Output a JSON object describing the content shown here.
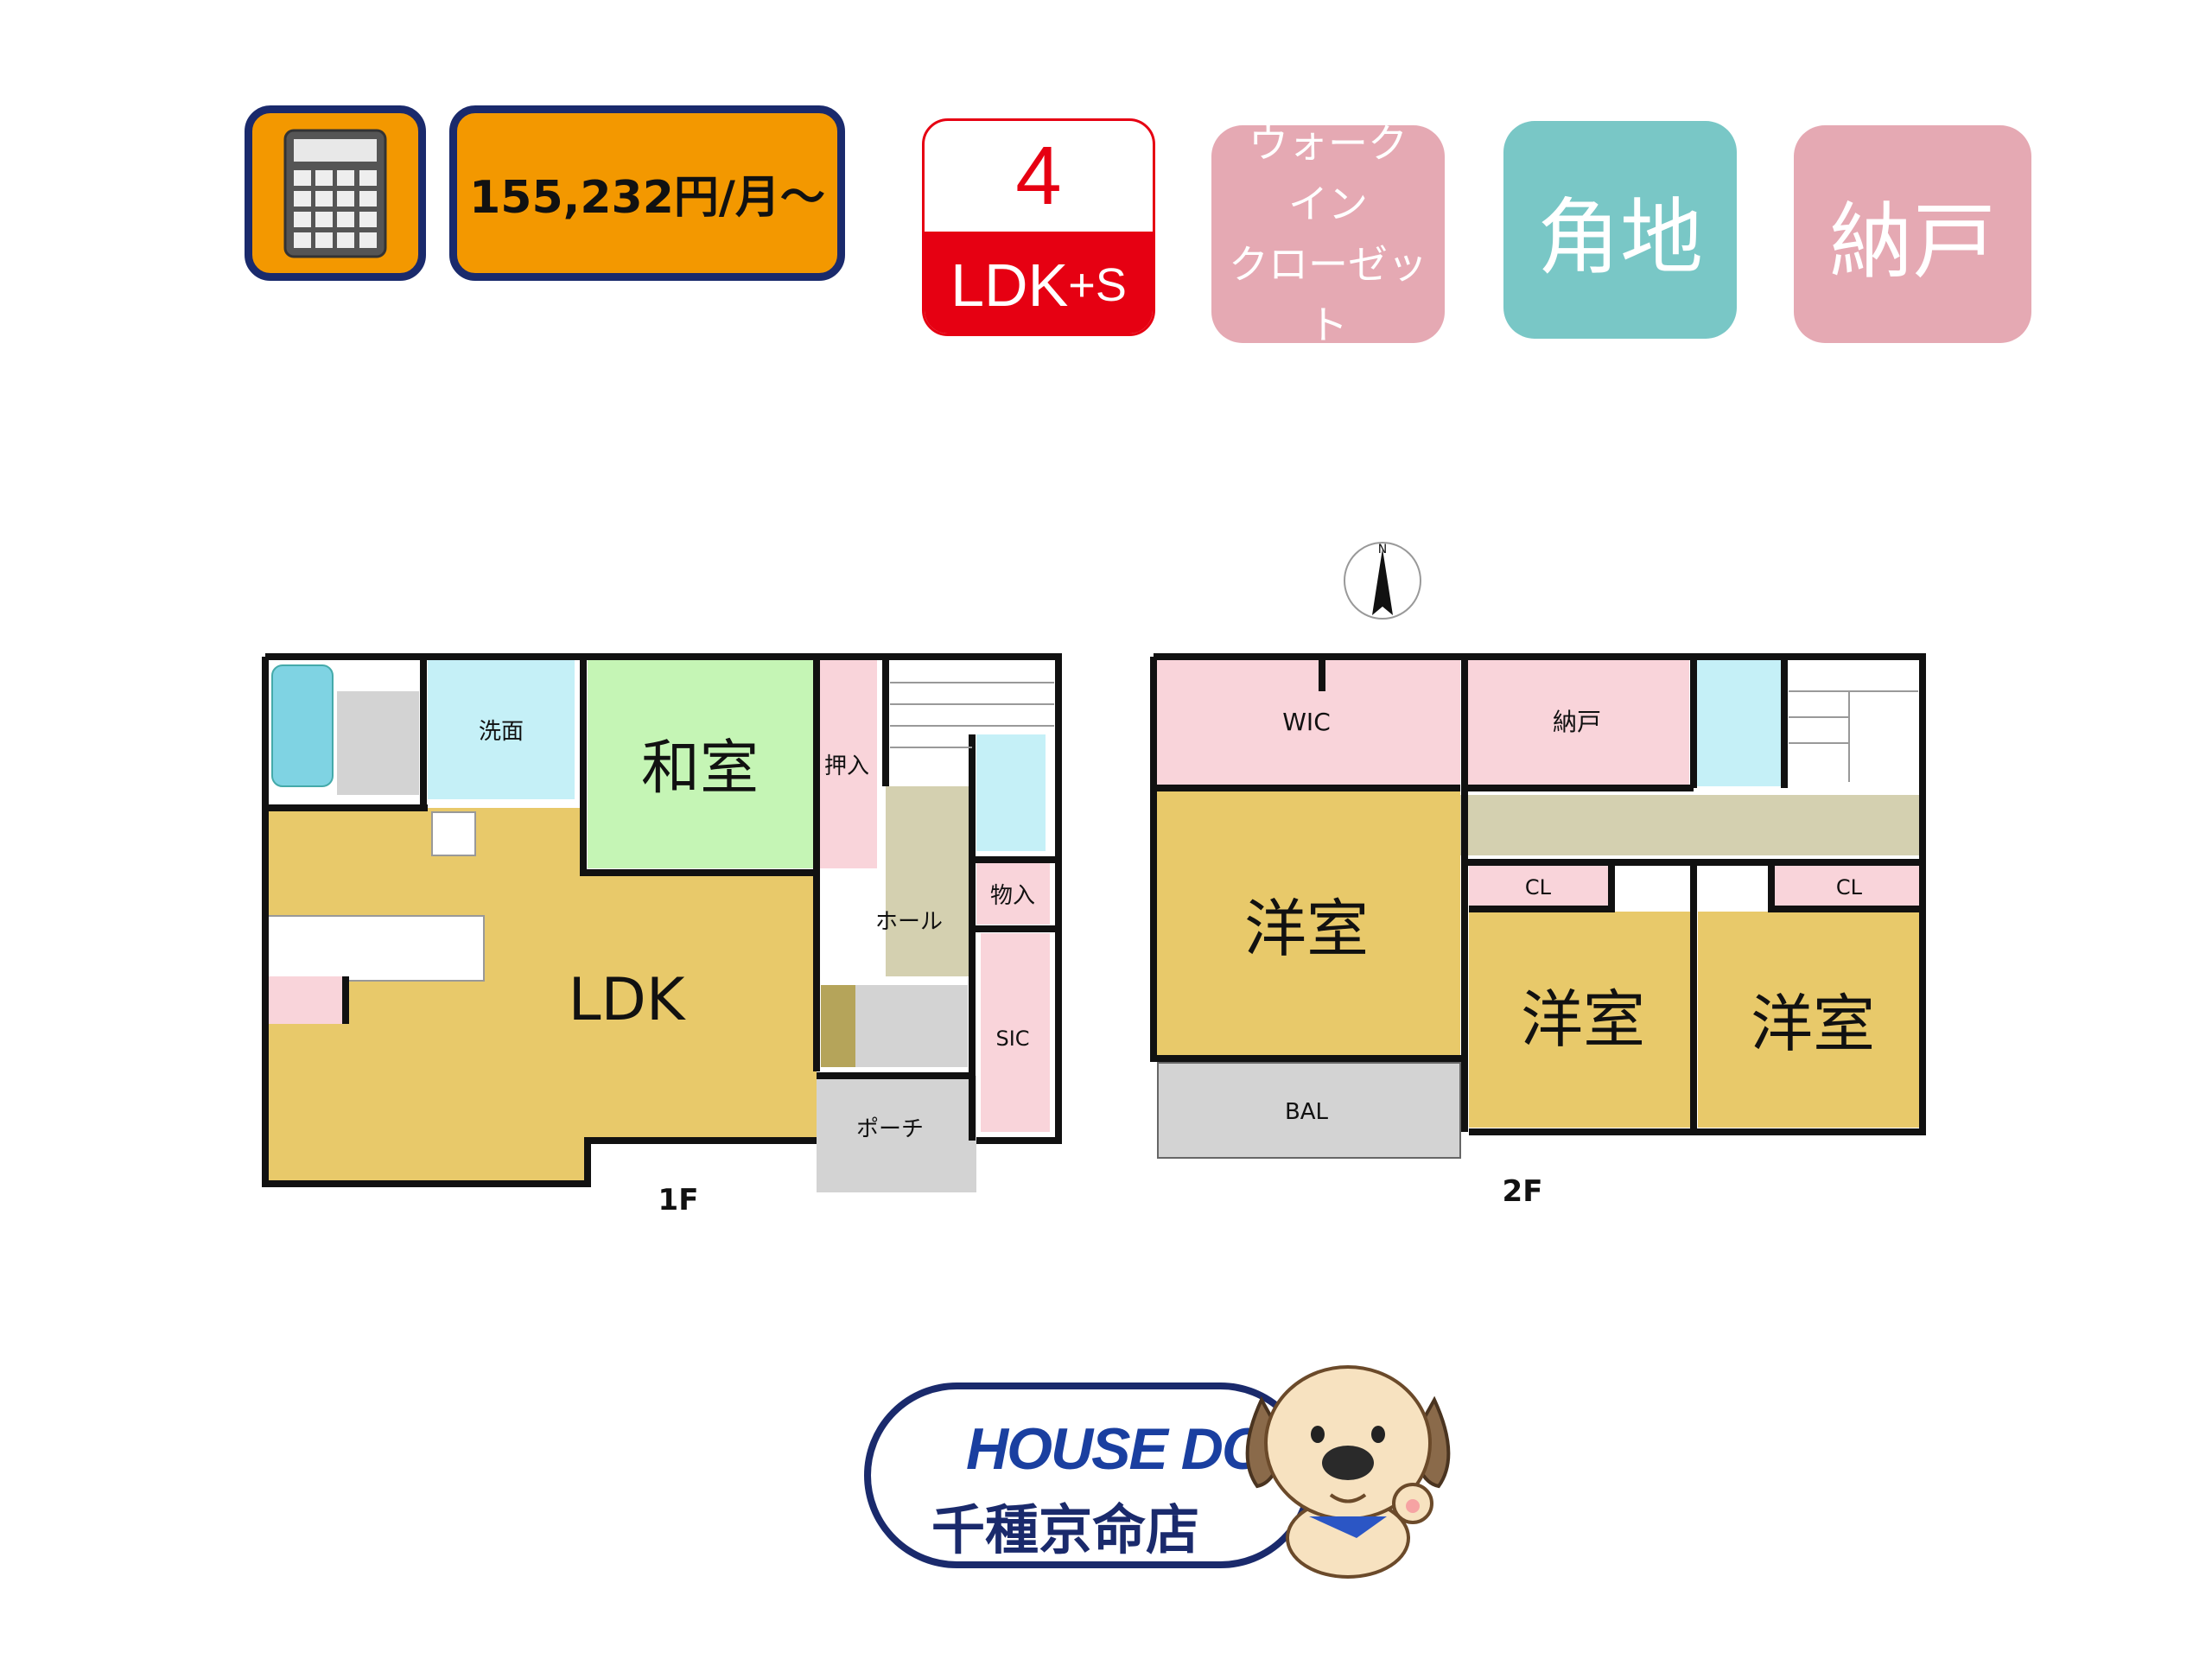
{
  "header": {
    "calculator_icon": "calculator-icon",
    "price": "155,232円/月～",
    "layout_badge": {
      "number": "4",
      "type": "LDK",
      "suffix": "+S"
    },
    "features": [
      {
        "lines": [
          "ウォーク",
          "イン",
          "クローゼット"
        ],
        "color": "#e5a9b3"
      },
      {
        "lines": [
          "角地"
        ],
        "color": "#79c7c6"
      },
      {
        "lines": [
          "納戸"
        ],
        "color": "#e5a9b3"
      }
    ]
  },
  "floorplan": {
    "floor1": {
      "label": "1F",
      "rooms": {
        "washroom": "洗面",
        "japanese_room": "和室",
        "closet_oshiire": "押入",
        "hall": "ホール",
        "storage": "物入",
        "ldk": "LDK",
        "sic": "SIC",
        "porch": "ポーチ"
      }
    },
    "floor2": {
      "label": "2F",
      "rooms": {
        "wic": "WIC",
        "nando": "納戸",
        "western_room_1": "洋室",
        "western_room_2": "洋室",
        "western_room_3": "洋室",
        "closet_1": "CL",
        "closet_2": "CL",
        "balcony": "BAL"
      }
    },
    "compass": "N",
    "colors": {
      "ldk": "#e8c96a",
      "japanese": "#c5f5b5",
      "closet": "#f9d4da",
      "water": "#c5f0f7",
      "hall": "#d4d0b0",
      "grey": "#d3d3d3",
      "wall": "#111111"
    }
  },
  "footer": {
    "brand": "HOUSE DO",
    "store": "千種京命店",
    "mascot_icon": "dog-mascot-icon"
  }
}
